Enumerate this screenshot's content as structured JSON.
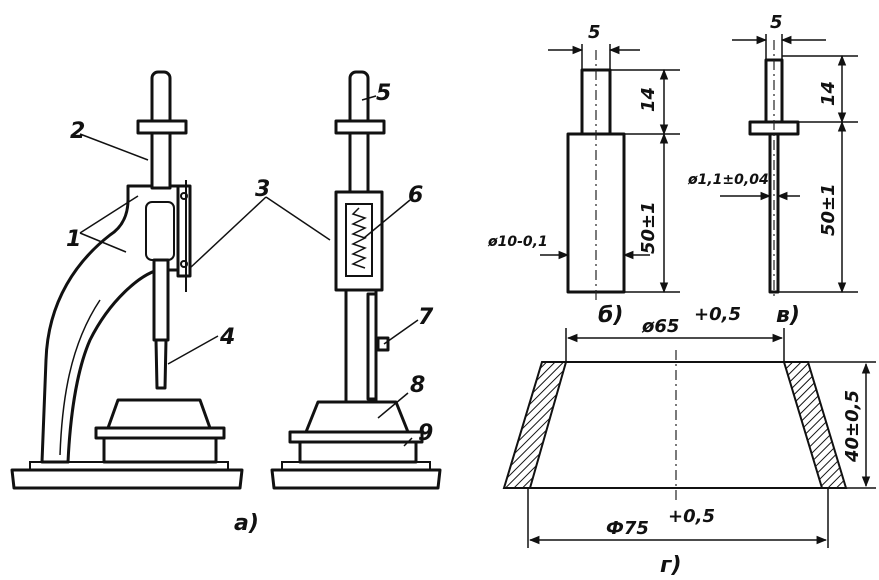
{
  "captions": {
    "a": "a)",
    "b": "б)",
    "v": "в)",
    "g": "г)"
  },
  "callouts": [
    "1",
    "2",
    "3",
    "4",
    "5",
    "6",
    "7",
    "8",
    "9"
  ],
  "dimensions": {
    "b_width": "5",
    "b_top": "14",
    "b_height": "50±1",
    "b_diameter": "ø10-0,1",
    "v_width": "5",
    "v_top": "14",
    "v_height": "50±1",
    "v_diameter": "ø1,1±0,04",
    "g_top_diameter": "ø65",
    "g_top_tol": "+0,5",
    "g_height": "40±0,5",
    "g_bottom_diameter": "Ф75",
    "g_bottom_tol": "+0,5"
  }
}
